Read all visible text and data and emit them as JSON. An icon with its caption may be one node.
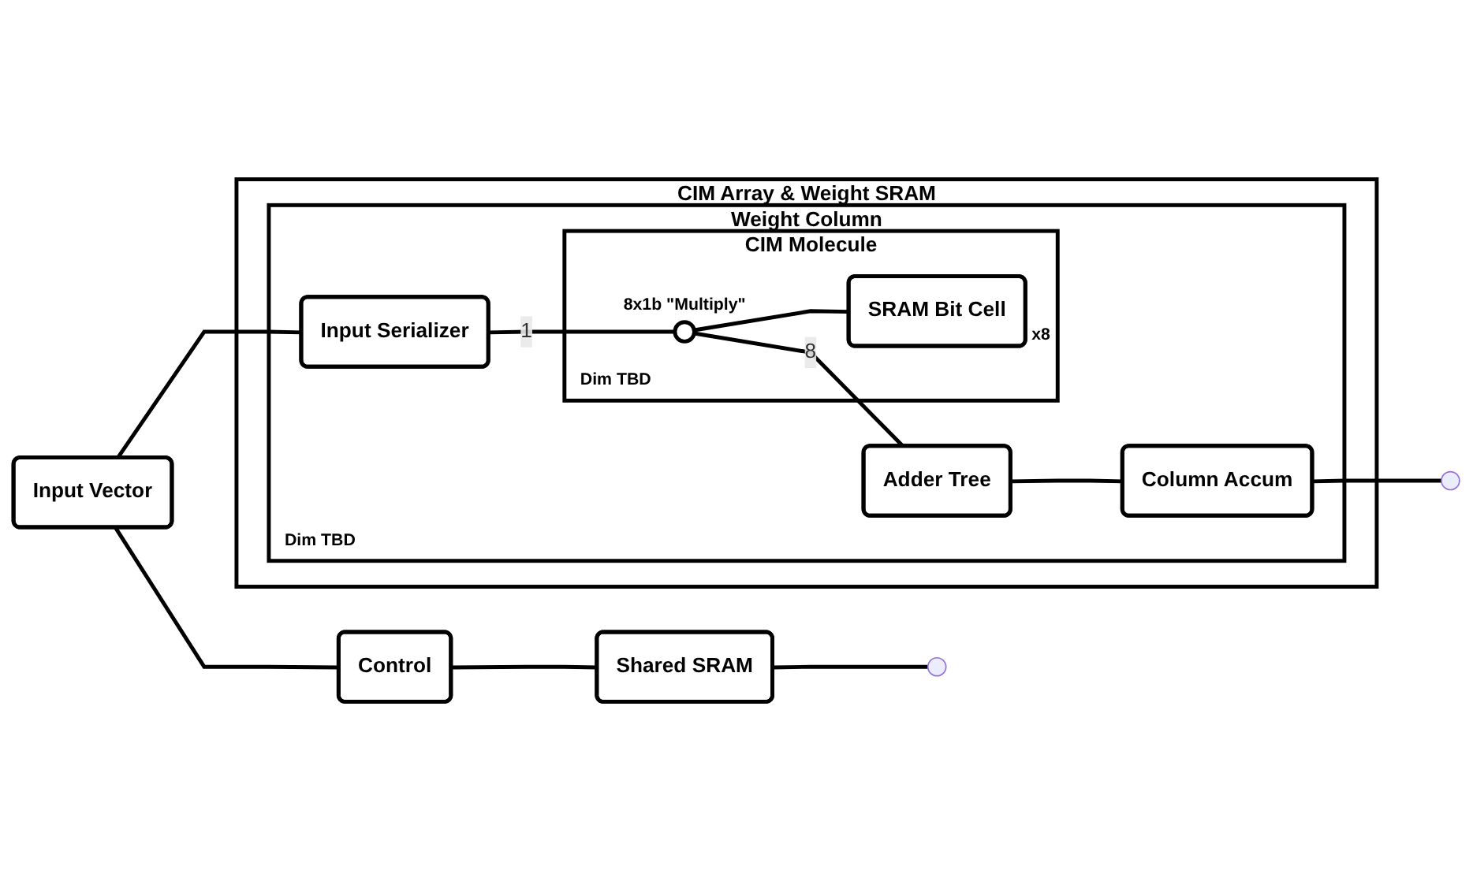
{
  "diagram": {
    "nodes": [
      {
        "text": [
          "CIM Array & Weight SRAM"
        ]
      },
      {
        "text": [
          "Input Vector"
        ]
      },
      {
        "text": [
          "Weight Column"
        ],
        "in": 0,
        "beside": [
          "Dim TBD"
        ]
      },
      {
        "text": [
          "Input Serializer"
        ],
        "in": 2
      },
      {
        "text": [
          "CIM Molecule"
        ],
        "in": 2,
        "beside": [
          "Dim TBD"
        ]
      },
      {
        "text": [],
        "shape": "circle",
        "in": 4,
        "beside": [
          "8x1b \"Multiply\""
        ]
      },
      {
        "text": [
          "SRAM Bit Cell"
        ],
        "in": 4,
        "beside": [
          "x8"
        ]
      },
      {
        "text": [
          "Adder Tree"
        ],
        "in": 2
      },
      {
        "text": [
          "Column Accum"
        ],
        "in": 2
      },
      {
        "text": [
          "Control"
        ]
      },
      {
        "text": [
          "Shared SRAM"
        ]
      }
    ],
    "edges": [
      {
        "from": 1,
        "to": 3,
        "arrow": "none"
      },
      {
        "from": 3,
        "to": 5,
        "label": "1",
        "arrow": "none"
      },
      {
        "from": 5,
        "to": 6,
        "arrow": "none"
      },
      {
        "from": 5,
        "to": 7,
        "label": "8",
        "arrow": "none"
      },
      {
        "from": 7,
        "to": 8,
        "arrow": "none"
      },
      {
        "from": 8,
        "to": null,
        "arrow": "none"
      },
      {
        "from": 1,
        "to": 9,
        "arrow": "none"
      },
      {
        "from": 9,
        "to": 10,
        "arrow": "none"
      },
      {
        "from": 10,
        "to": null,
        "arrow": "none"
      }
    ]
  }
}
